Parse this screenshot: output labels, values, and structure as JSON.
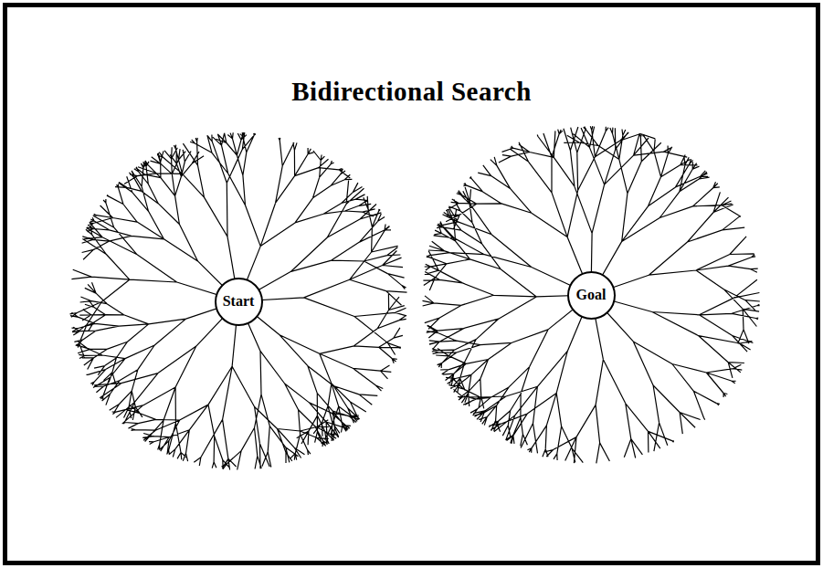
{
  "diagram": {
    "title": "Bidirectional Search",
    "nodes": [
      {
        "text": [
          "Start"
        ]
      },
      {
        "text": [
          "Goal"
        ]
      }
    ]
  }
}
